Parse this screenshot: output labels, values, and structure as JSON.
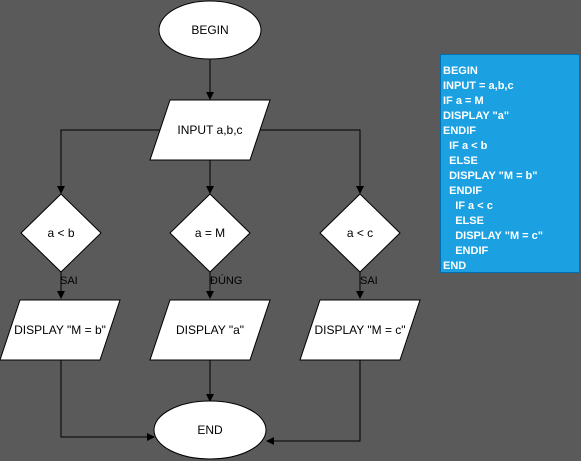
{
  "nodes": {
    "begin": "BEGIN",
    "input": "INPUT a,b,c",
    "cond_left": "a < b",
    "cond_middle": "a = M",
    "cond_right": "a < c",
    "display_left": "DISPLAY \"M = b\"",
    "display_middle": "DISPLAY \"a\"",
    "display_right": "DISPLAY \"M = c\"",
    "end": "END"
  },
  "edge_labels": {
    "left": "SAI",
    "middle": "ĐÚNG",
    "right": "SAI"
  },
  "pseudocode": [
    "BEGIN",
    "INPUT = a,b,c",
    "IF a = M",
    "DISPLAY \"a\"",
    "ENDIF",
    "  IF a < b",
    "  ELSE",
    "  DISPLAY \"M = b\"",
    "  ENDIF",
    "    IF a < c",
    "    ELSE",
    "    DISPLAY \"M = c\"",
    "    ENDIF",
    "END"
  ],
  "colors": {
    "background": "#5a5a5a",
    "shape_fill": "#ffffff",
    "line": "#000000",
    "panel_fill": "#1ba1e2",
    "panel_text": "#ffffff"
  }
}
